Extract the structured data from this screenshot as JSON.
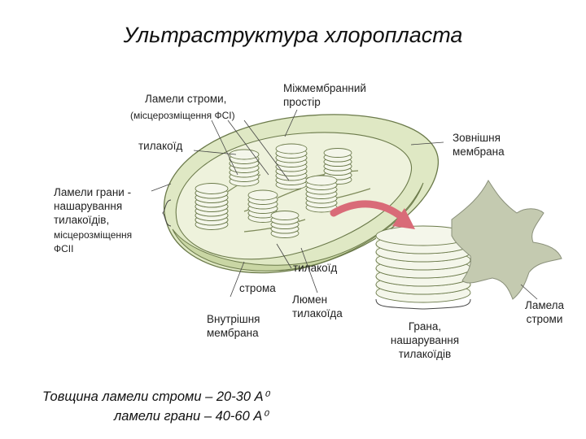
{
  "title": "Ультраструктура хлоропласта",
  "labels": {
    "stroma_lamellae": "Ламели строми,",
    "stroma_lamellae_sub": "(місцерозміщення ФСІ)",
    "intermembrane_space_1": "Міжмембранний",
    "intermembrane_space_2": "простір",
    "thylakoid_top": "тилакоїд",
    "outer_membrane_1": "Зовнішня",
    "outer_membrane_2": "мембрана",
    "grana_lamellae_1": "Ламели грани  -",
    "grana_lamellae_2": "нашарування",
    "grana_lamellae_3": "тилакоїдів,",
    "grana_lamellae_4": "місцерозміщення",
    "grana_lamellae_5": "ФСІІ",
    "thylakoid_bottom": "тилакоїд",
    "stroma": "строма",
    "lumen_1": "Люмен",
    "lumen_2": "тилакоїда",
    "inner_membrane_1": "Внутрішня",
    "inner_membrane_2": "мембрана",
    "granum_1": "Грана,",
    "granum_2": "нашарування",
    "granum_3": "тилакоїдів",
    "stroma_lamella_1": "Ламела",
    "stroma_lamella_2": "строми"
  },
  "footer": {
    "line1": "Товщина ламели строми – 20-30 А⁰",
    "line2": "ламели грани – 40-60 А⁰"
  },
  "colors": {
    "membrane_fill": "#dfe8c4",
    "membrane_stroke": "#6b7a4a",
    "granum_fill": "#f4f6ea",
    "arrow": "#d96b78"
  }
}
